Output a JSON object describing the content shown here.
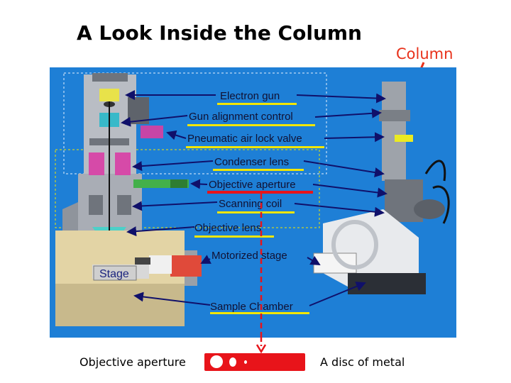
{
  "title": "A Look Inside the Column",
  "column_tag": "Column",
  "labels": {
    "electron_gun": "Electron gun",
    "gun_alignment": "Gun alignment control",
    "pneumatic_valve": "Pneumatic air lock valve",
    "condenser_lens": "Condenser lens",
    "objective_aperture": "Objective aperture",
    "scanning_coil": "Scanning coil",
    "objective_lens": "Objective lens",
    "motorized_stage": "Motorized stage",
    "stage": "Stage",
    "sample_chamber": "Sample Chamber"
  },
  "bottom": {
    "left_caption": "Objective aperture",
    "right_caption": "A disc of metal"
  },
  "colors": {
    "panel_blue": "#1e7fd6",
    "underline_yellow": "#f2e600",
    "highlight_red": "#e8141a",
    "column_arrow": "#e8311a"
  }
}
